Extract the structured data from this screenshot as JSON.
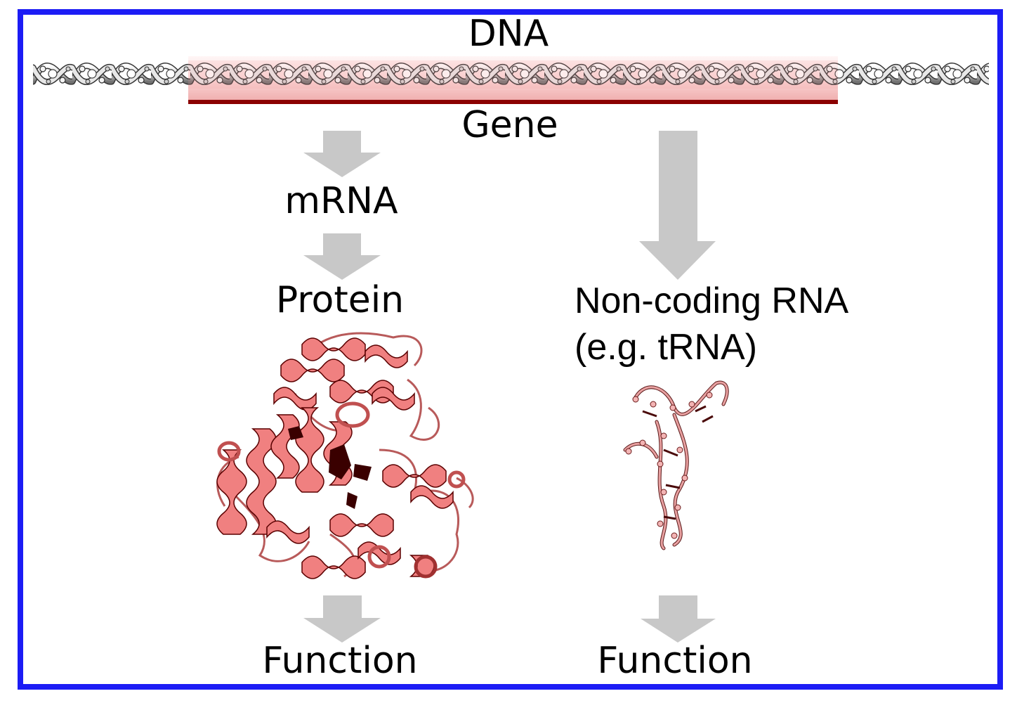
{
  "diagram": {
    "title": "Gene expression: from DNA to function",
    "colors": {
      "border": "#1c1cf5",
      "arrow": "#c8c8c8",
      "gene_highlight_top": "#fff4f4",
      "gene_highlight_bottom": "#f2b3b3",
      "gene_bar": "#8b0000",
      "dna": "#9a9a9a",
      "ribbon": "#f08080",
      "ribbon_dark": "#7a0000",
      "trna": "#e8a0a0"
    },
    "labels": {
      "dna": "DNA",
      "gene": "Gene",
      "mrna": "mRNA",
      "protein": "Protein",
      "ncrna_line1": "Non-coding RNA",
      "ncrna_line2": "(e.g. tRNA)",
      "function_left": "Function",
      "function_right": "Function"
    },
    "nodes": [
      {
        "id": "dna",
        "label": "DNA"
      },
      {
        "id": "gene",
        "label": "Gene"
      },
      {
        "id": "mrna",
        "label": "mRNA"
      },
      {
        "id": "protein",
        "label": "Protein"
      },
      {
        "id": "ncrna",
        "label": "Non-coding RNA (e.g. tRNA)"
      },
      {
        "id": "function_left",
        "label": "Function"
      },
      {
        "id": "function_right",
        "label": "Function"
      }
    ],
    "edges": [
      {
        "from": "gene",
        "to": "mrna"
      },
      {
        "from": "mrna",
        "to": "protein"
      },
      {
        "from": "gene",
        "to": "ncrna"
      },
      {
        "from": "protein",
        "to": "function_left"
      },
      {
        "from": "ncrna",
        "to": "function_right"
      }
    ],
    "images": {
      "dna_helix": "dna-double-helix-icon",
      "protein_structure": "protein-ribbon-structure-icon",
      "trna_structure": "trna-ribbon-structure-icon"
    }
  }
}
